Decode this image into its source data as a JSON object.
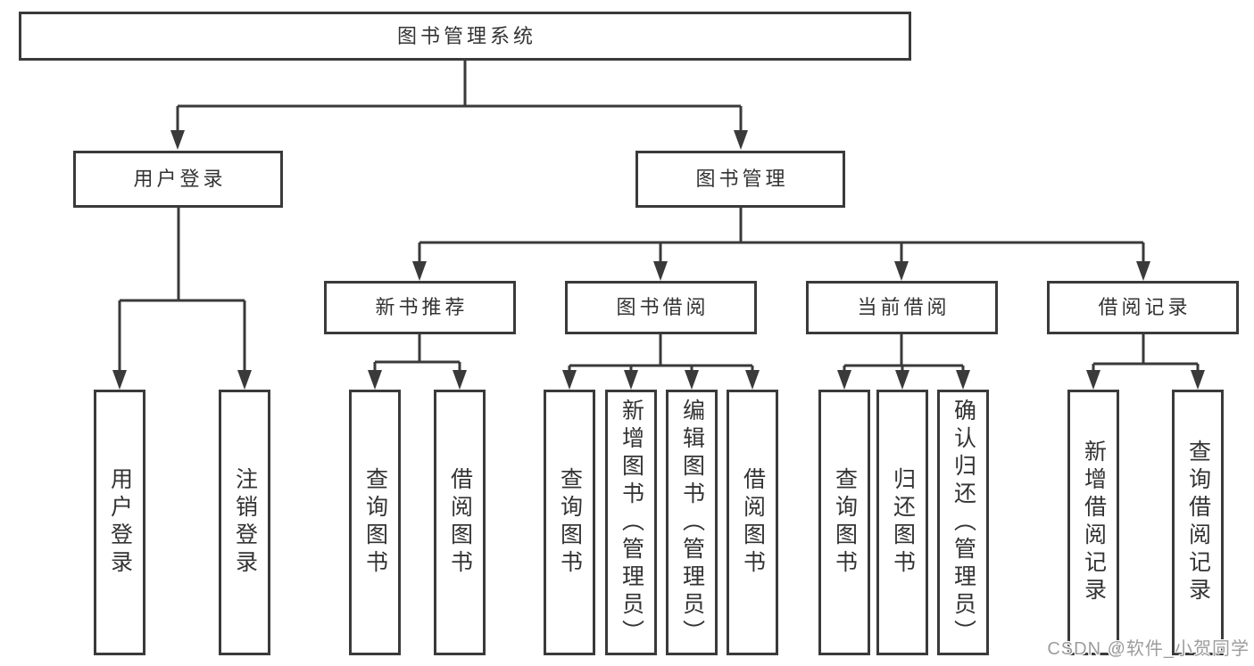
{
  "tree": {
    "root": "图书管理系统",
    "level2": [
      {
        "label": "用户登录",
        "leaves": [
          "用户登录",
          "注销登录"
        ]
      },
      {
        "label": "图书管理",
        "sections": [
          {
            "label": "新书推荐",
            "leaves": [
              "查询图书",
              "借阅图书"
            ]
          },
          {
            "label": "图书借阅",
            "leaves": [
              "查询图书",
              "新增图书（管理员）",
              "编辑图书（管理员）",
              "借阅图书"
            ]
          },
          {
            "label": "当前借阅",
            "leaves": [
              "查询图书",
              "归还图书",
              "确认归还（管理员）"
            ]
          },
          {
            "label": "借阅记录",
            "leaves": [
              "新增借阅记录",
              "查询借阅记录"
            ]
          }
        ]
      }
    ]
  },
  "watermark": "CSDN @软件_小贺同学",
  "colors": {
    "line": "#3a3a3a",
    "text": "#333333",
    "watermark": "#9d9d9d",
    "background": "#ffffff"
  }
}
